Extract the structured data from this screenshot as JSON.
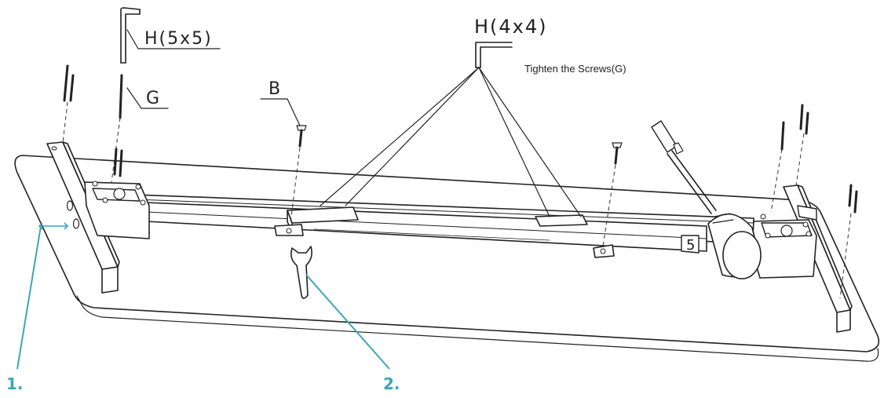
{
  "labels": {
    "hex_key_5x5": "H(5x5)",
    "hex_key_4x4": "H(4x4)",
    "screw_g": "G",
    "screw_b": "B",
    "note": "Tighten the Screws(G)"
  },
  "steps": [
    "1.",
    "2."
  ],
  "colors": {
    "line": "#222222",
    "accent": "#3aa6b9",
    "background": "#ffffff"
  },
  "icons": [
    "hex-key-icon",
    "wrench-icon",
    "screw-icon",
    "motor-icon"
  ]
}
